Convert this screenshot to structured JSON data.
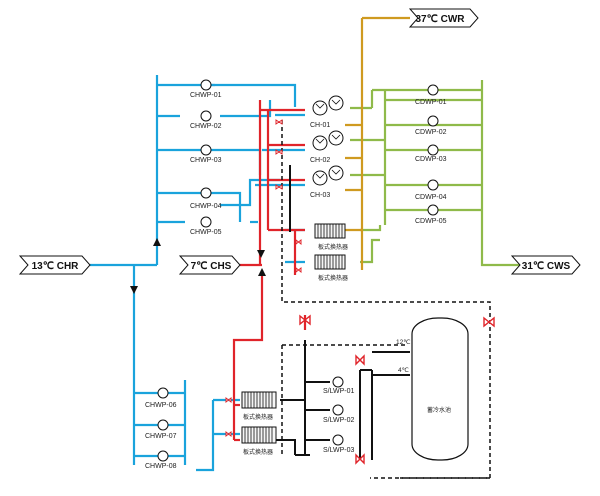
{
  "tags": {
    "cwr": "37℃ CWR",
    "cws": "31℃ CWS",
    "chr": "13℃ CHR",
    "chs": "7℃ CHS"
  },
  "chilled_pumps": [
    "CHWP-01",
    "CHWP-02",
    "CHWP-03",
    "CHWP-04",
    "CHWP-05"
  ],
  "chilled_pumps_lower": [
    "CHWP-06",
    "CHWP-07",
    "CHWP-08"
  ],
  "condenser_pumps": [
    "CDWP-01",
    "CDWP-02",
    "CDWP-03",
    "CDWP-04",
    "CDWP-05"
  ],
  "chillers": [
    "CH-01",
    "CH-02",
    "CH-03"
  ],
  "storage_pumps": [
    "S/LWP-01",
    "S/LWP-02",
    "S/LWP-03"
  ],
  "heat_exchanger_label": "板式换热器",
  "tank": {
    "label": "蓄冷水池",
    "top_temp": "12℃",
    "bottom_temp": "4℃"
  },
  "colors": {
    "chilled_water": "#1aa3dc",
    "supply": "#e0242a",
    "condenser": "#8fba4a",
    "condenser_return": "#cf9a20"
  }
}
